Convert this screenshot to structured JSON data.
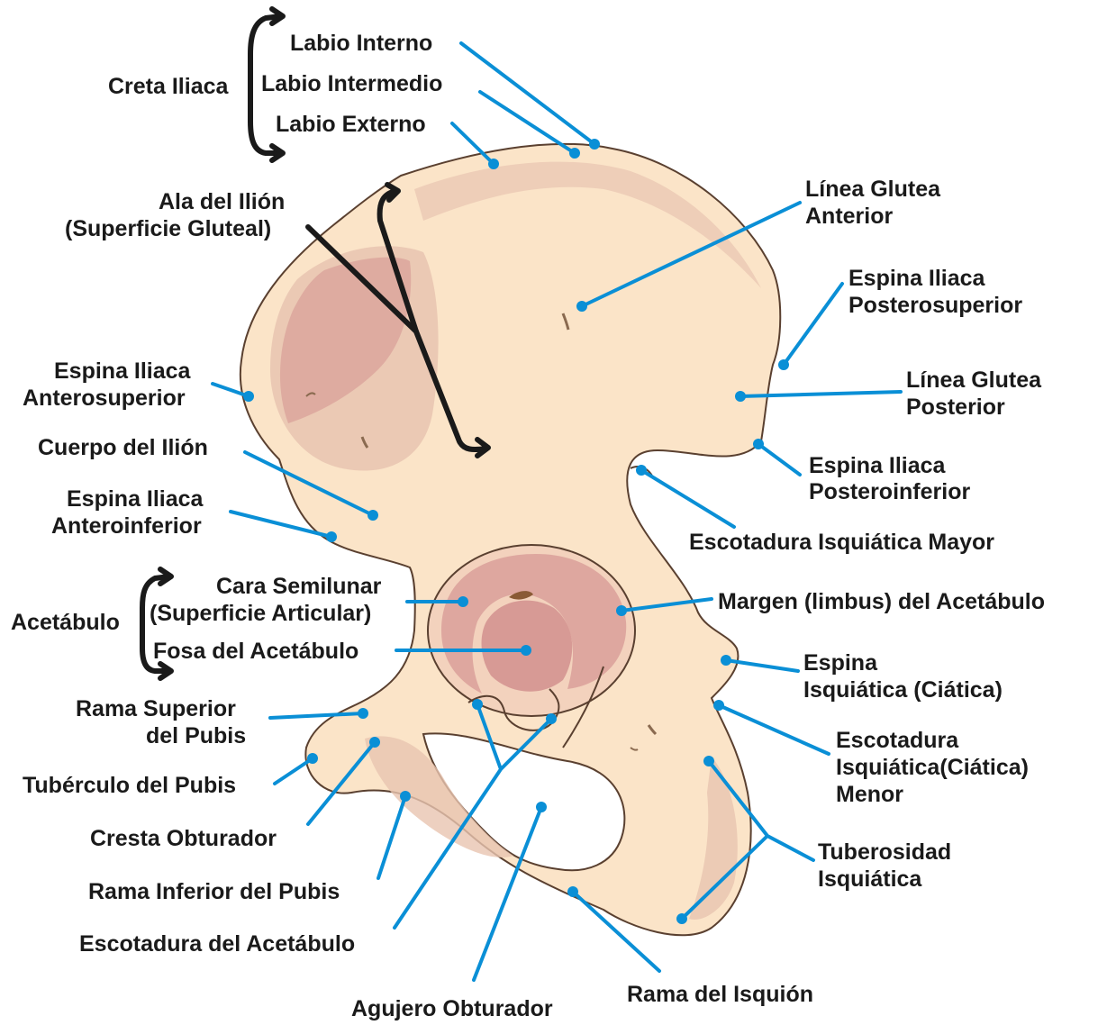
{
  "colors": {
    "bone": "#fbe4c8",
    "bone_outline": "#5a4030",
    "shade": "#e8c4b0",
    "surface": "#d9a09a",
    "leader": "#0a8fd6",
    "fossa_dark": "#8a5a35"
  },
  "labels": {
    "labio_interno": "Labio Interno",
    "labio_intermedio": "Labio Intermedio",
    "labio_externo": "Labio Externo",
    "creta_iliaca": "Creta Iliaca",
    "ala_ilion_1": "Ala del Ilión",
    "ala_ilion_2": "(Superficie Gluteal)",
    "linea_glutea_anterior_1": "Línea Glutea",
    "linea_glutea_anterior_2": "Anterior",
    "espina_ps_1": "Espina Iliaca",
    "espina_ps_2": "Posterosuperior",
    "linea_glutea_posterior_1": "Línea Glutea",
    "linea_glutea_posterior_2": "Posterior",
    "espina_as_1": "Espina Iliaca",
    "espina_as_2": "Anterosuperior",
    "cuerpo_ilion": "Cuerpo del Ilión",
    "espina_pi_1": "Espina Iliaca",
    "espina_pi_2": "Posteroinferior",
    "espina_ai_1": "Espina Iliaca",
    "espina_ai_2": "Anteroinferior",
    "escotadura_mayor": "Escotadura Isquiática Mayor",
    "cara_semilunar_1": "Cara Semilunar",
    "cara_semilunar_2": "(Superficie Articular)",
    "acetabulo": "Acetábulo",
    "margen_acetabulo": "Margen (limbus) del Acetábulo",
    "fosa_acetabulo": "Fosa del Acetábulo",
    "espina_isquiatica_1": "Espina",
    "espina_isquiatica_2": "Isquiática (Ciática)",
    "rama_superior_1": "Rama Superior",
    "rama_superior_2": "del Pubis",
    "escotadura_menor_1": "Escotadura",
    "escotadura_menor_2": "Isquiática(Ciática)",
    "escotadura_menor_3": "Menor",
    "tuberculo_pubis": "Tubérculo del Pubis",
    "cresta_obturador": "Cresta Obturador",
    "tuberosidad_1": "Tuberosidad",
    "tuberosidad_2": "Isquiática",
    "rama_inferior": "Rama Inferior del Pubis",
    "escotadura_acetabulo": "Escotadura del Acetábulo",
    "rama_isquion": "Rama del Isquión",
    "agujero_obturador": "Agujero Obturador"
  }
}
